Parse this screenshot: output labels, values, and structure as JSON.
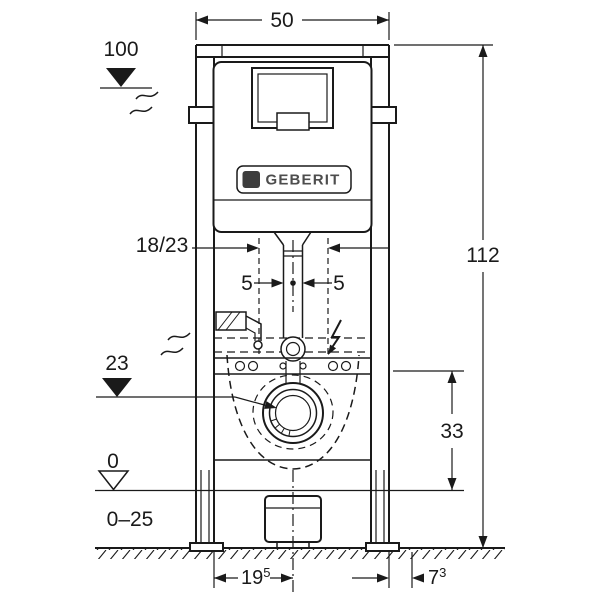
{
  "brand": {
    "logo_text": "GEBERIT"
  },
  "dimensions": {
    "top_width": "50",
    "level_top": "100",
    "overall_height": "112",
    "flush_bend": "18/23",
    "clearance_left": "5",
    "clearance_right": "5",
    "level_outlet": "23",
    "outlet_height": "33",
    "level_floor": "0",
    "adjust_range": "0–25",
    "bottom_left_base": "19",
    "bottom_left_sup": "5",
    "bottom_right_base": "7",
    "bottom_right_sup": "3"
  },
  "colors": {
    "line": "#1a1a1a",
    "background": "#ffffff",
    "logo_text": "#4d4d4d",
    "logo_mark": "#3d3d3d"
  }
}
